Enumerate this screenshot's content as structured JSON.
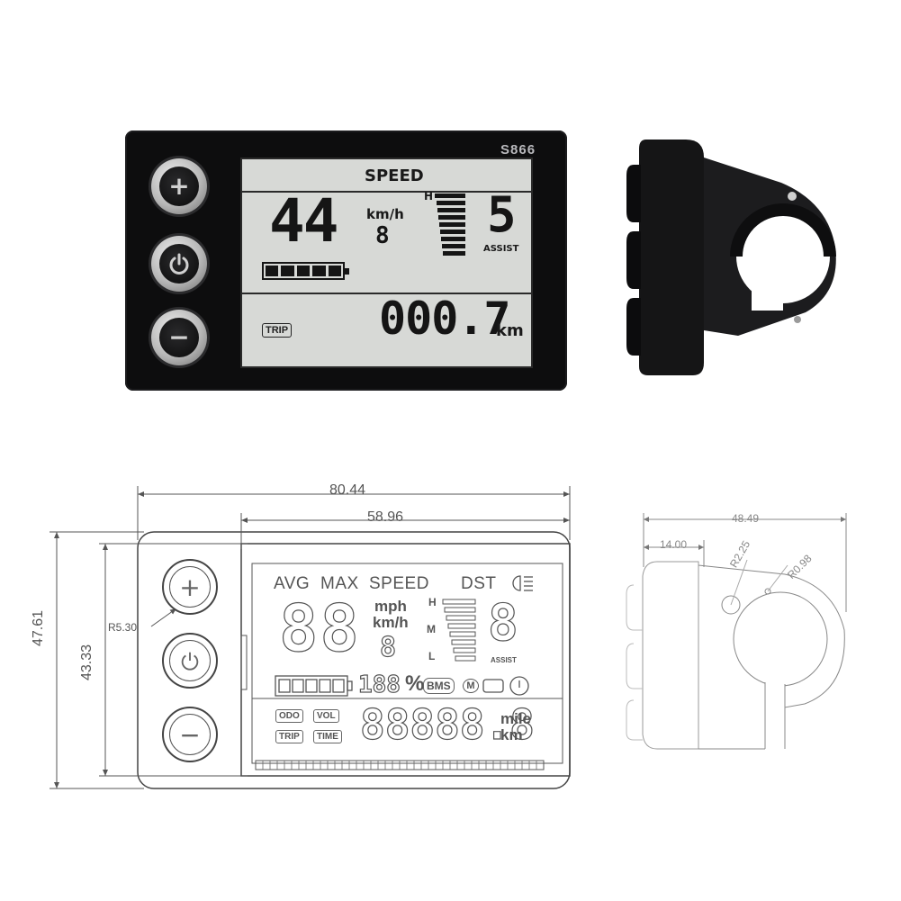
{
  "photo": {
    "model": "S866",
    "lcd": {
      "speed_title": "SPEED",
      "speed_value": "44",
      "speed_decimal": "8",
      "speed_unit": "km/h",
      "level_label": "H",
      "assist_value": "5",
      "assist_label": "ASSIST",
      "trip_label": "TRIP",
      "distance_value": "000.7",
      "distance_unit": "km",
      "battery_level": 1.0
    }
  },
  "drawing": {
    "dimensions": {
      "overall_width": "80.44",
      "screen_width": "58.96",
      "overall_height": "47.61",
      "screen_height": "43.33",
      "corner_radius": "R5.30",
      "side_width": "48.49",
      "side_offset": "14.00",
      "hole_radius": "R2.25",
      "fillet_radius": "R0.98"
    },
    "lcd": {
      "avg": "AVG",
      "max": "MAX",
      "speed": "SPEED",
      "dst": "DST",
      "mph": "mph",
      "kmh": "km/h",
      "h": "H",
      "m": "M",
      "l": "L",
      "assist": "ASSIST",
      "speed_digits": "88",
      "speed_decimal": "8",
      "assist_digit": "8",
      "battery_pct": "188",
      "percent": "%",
      "bms": "BMS",
      "m_icon_letter": "M",
      "odo": "ODO",
      "vol": "VOL",
      "trip": "TRIP",
      "time": "TIME",
      "distance_digits": "88888.8",
      "mile": "mile",
      "km": "km"
    }
  }
}
